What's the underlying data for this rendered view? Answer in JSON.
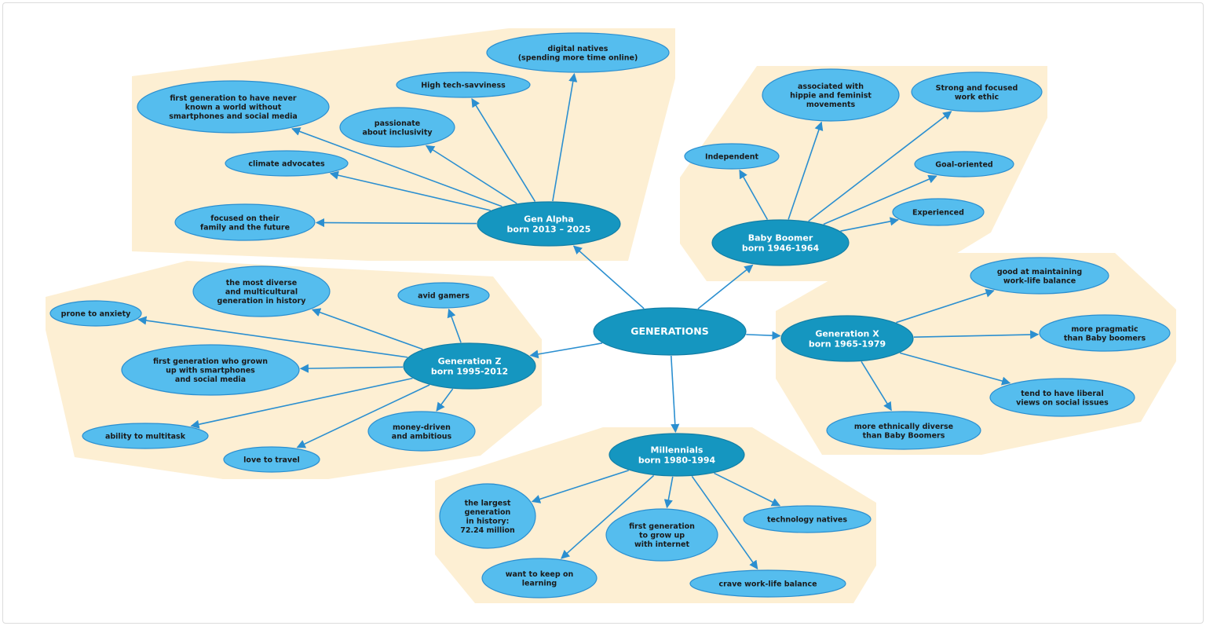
{
  "colors": {
    "region_fill": "#fdefd3",
    "leaf_fill": "#55bdee",
    "leaf_stroke": "#2b8fd0",
    "main_fill": "#1596c0",
    "main_stroke": "#127ea6",
    "edge": "#2b8fd0"
  },
  "center": {
    "label": "GENERATIONS"
  },
  "generations": [
    {
      "id": "gen-alpha",
      "label": [
        "Gen Alpha",
        "born 2013 – 2025"
      ],
      "traits": [
        [
          "digital natives",
          "(spending more time online)"
        ],
        [
          "High tech-savviness"
        ],
        [
          "first generation to have never",
          "known a world without",
          "smartphones and social media"
        ],
        [
          "passionate",
          "about inclusivity"
        ],
        [
          "climate advocates"
        ],
        [
          "focused on their",
          "family and the future"
        ]
      ]
    },
    {
      "id": "baby-boomer",
      "label": [
        "Baby Boomer",
        "born 1946-1964"
      ],
      "traits": [
        [
          "associated with",
          "hippie and feminist",
          "movements"
        ],
        [
          "Strong and focused",
          "work ethic"
        ],
        [
          "Independent"
        ],
        [
          "Goal-oriented"
        ],
        [
          "Experienced"
        ]
      ]
    },
    {
      "id": "generation-z",
      "label": [
        "Generation Z",
        "born 1995-2012"
      ],
      "traits": [
        [
          "the most diverse",
          "and multicultural",
          "generation in history"
        ],
        [
          "avid gamers"
        ],
        [
          "prone to anxiety"
        ],
        [
          "first generation who grown",
          "up with smartphones",
          "and social media"
        ],
        [
          "ability to multitask"
        ],
        [
          "money-driven",
          "and ambitious"
        ],
        [
          "love to travel"
        ]
      ]
    },
    {
      "id": "generation-x",
      "label": [
        "Generation X",
        "born 1965-1979"
      ],
      "traits": [
        [
          "good at maintaining",
          "work-life balance"
        ],
        [
          "more pragmatic",
          "than Baby boomers"
        ],
        [
          "tend to have liberal",
          "views on social issues"
        ],
        [
          "more ethnically diverse",
          "than Baby Boomers"
        ]
      ]
    },
    {
      "id": "millennials",
      "label": [
        "Millennials",
        "born 1980-1994"
      ],
      "traits": [
        [
          "the largest",
          "generation",
          "in history:",
          "72.24 million"
        ],
        [
          "want to keep on",
          "learning"
        ],
        [
          "first generation",
          "to grow up",
          "with internet"
        ],
        [
          "technology natives"
        ],
        [
          "crave work-life balance"
        ]
      ]
    }
  ]
}
